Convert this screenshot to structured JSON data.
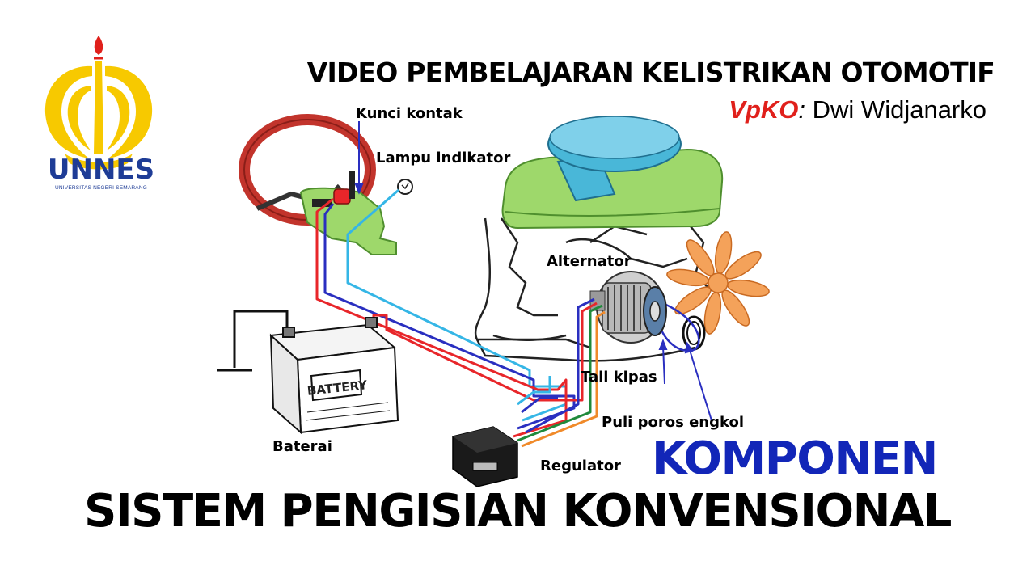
{
  "logo": {
    "name": "UNNES",
    "subtitle": "UNIVERSITAS NEGERI SEMARANG"
  },
  "header": {
    "title": "VIDEO PEMBELAJARAN KELISTRIKAN OTOMOTIF",
    "author_code": "VpKO",
    "author_sep": ":",
    "author_name": " Dwi Widjanarko"
  },
  "diagram": {
    "labels": {
      "kunci_kontak": "Kunci kontak",
      "lampu_indikator": "Lampu indikator",
      "alternator": "Alternator",
      "baterai": "Baterai",
      "battery_text": "BATTERY",
      "tali_kipas": "Tali kipas",
      "puli_poros_engkol": "Puli poros engkol",
      "regulator": "Regulator"
    },
    "wire_colors": {
      "red": "#e8262a",
      "blue": "#2a2fc0",
      "cyan": "#35b6e6",
      "green": "#1f8a3b",
      "orange": "#f08a2a",
      "black": "#111111"
    }
  },
  "footer": {
    "komponen": "KOMPONEN",
    "title": "SISTEM PENGISIAN KONVENSIONAL"
  },
  "colors": {
    "logo_yellow": "#f7c900",
    "logo_blue": "#1e3c96",
    "vpko_red": "#e0201b",
    "komponen_blue": "#1226b8",
    "engine_green": "#9ed86b",
    "air_cleaner": "#49b7d8",
    "fan_orange": "#f4a25a",
    "wheel_red": "#c2342c"
  }
}
